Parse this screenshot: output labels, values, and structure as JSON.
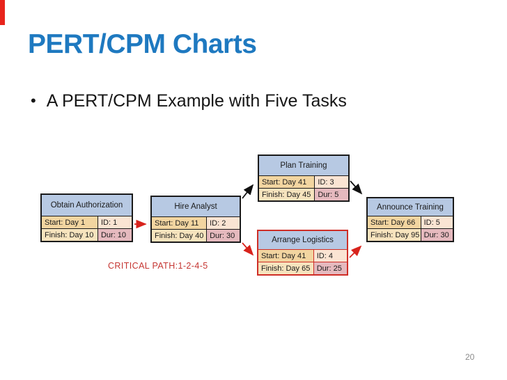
{
  "slide": {
    "title": "PERT/CPM Charts",
    "bullet_glyph": "•",
    "bullet": "A PERT/CPM Example with Five Tasks",
    "page_number": "20"
  },
  "colors": {
    "title_blue": "#1e79c0",
    "corner_accent_red": "#e8241c",
    "critical_red": "#cf2e27",
    "critical_label_red": "#c53531",
    "box_header_fill": "#b7c9e3",
    "start_cell_fill": "#f2d5a0",
    "id_cell_fill": "#fae4d3",
    "finish_cell_fill": "#f6e3bd",
    "dur_cell_fill": "#e5b9be",
    "box_border_black": "#1a1a1a",
    "page_number_gray": "#8a8a8a"
  },
  "diagram": {
    "critical_path_label": "CRITICAL PATH:1-2-4-5",
    "tasks": [
      {
        "name": "Obtain Authorization",
        "start": "Start: Day 1",
        "id": "ID: 1",
        "finish": "Finish: Day 10",
        "dur": "Dur: 10",
        "critical": false
      },
      {
        "name": "Hire Analyst",
        "start": "Start: Day 11",
        "id": "ID: 2",
        "finish": "Finish: Day 40",
        "dur": "Dur: 30",
        "critical": false
      },
      {
        "name": "Plan Training",
        "start": "Start: Day 41",
        "id": "ID: 3",
        "finish": "Finish: Day 45",
        "dur": "Dur: 5",
        "critical": false
      },
      {
        "name": "Arrange Logistics",
        "start": "Start: Day 41",
        "id": "ID: 4",
        "finish": "Finish: Day 65",
        "dur": "Dur: 25",
        "critical": true
      },
      {
        "name": "Announce Training",
        "start": "Start: Day 66",
        "id": "ID: 5",
        "finish": "Finish: Day 95",
        "dur": "Dur: 30",
        "critical": false
      }
    ],
    "edges": [
      {
        "from": "1",
        "to": "2",
        "critical": true
      },
      {
        "from": "2",
        "to": "3",
        "critical": false
      },
      {
        "from": "2",
        "to": "4",
        "critical": true
      },
      {
        "from": "3",
        "to": "5",
        "critical": false
      },
      {
        "from": "4",
        "to": "5",
        "critical": true
      }
    ]
  }
}
